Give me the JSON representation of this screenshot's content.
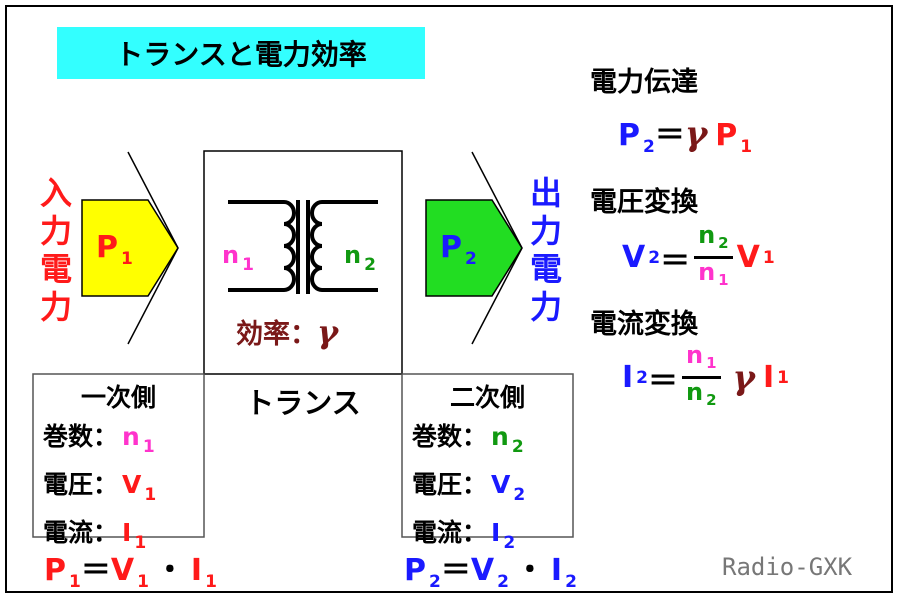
{
  "title": "トランスと電力効率",
  "left_label": [
    "入",
    "力",
    "電",
    "力"
  ],
  "right_label": [
    "出",
    "力",
    "電",
    "力"
  ],
  "p1": {
    "sym": "P",
    "sub": "1"
  },
  "p2": {
    "sym": "P",
    "sub": "2"
  },
  "transformer": {
    "n1": {
      "sym": "n",
      "sub": "1"
    },
    "n2": {
      "sym": "n",
      "sub": "2"
    },
    "efficiency_label": "効率：",
    "gamma": "γ",
    "name": "トランス"
  },
  "primary": {
    "title": "一次側",
    "rows": [
      {
        "label": "巻数：",
        "sym": "n",
        "sub": "1"
      },
      {
        "label": "電圧：",
        "sym": "V",
        "sub": "1"
      },
      {
        "label": "電流：",
        "sym": "I",
        "sub": "1"
      }
    ]
  },
  "secondary": {
    "title": "二次側",
    "rows": [
      {
        "label": "巻数：",
        "sym": "n",
        "sub": "2"
      },
      {
        "label": "電圧：",
        "sym": "V",
        "sub": "2"
      },
      {
        "label": "電流：",
        "sym": "I",
        "sub": "2"
      }
    ]
  },
  "power_transfer": {
    "heading": "電力伝達",
    "lhs": "P",
    "lhs_sub": "2",
    "eq": "＝",
    "gamma": "γ",
    "rhs": "P",
    "rhs_sub": "1"
  },
  "voltage_conv": {
    "heading": "電圧変換",
    "lhs": "V",
    "lhs_sub": "2",
    "eq": "＝",
    "num": "n",
    "num_sub": "2",
    "den": "n",
    "den_sub": "1",
    "rhs": "V",
    "rhs_sub": "1"
  },
  "current_conv": {
    "heading": "電流変換",
    "lhs": "I",
    "lhs_sub": "2",
    "eq": "＝",
    "num": "n",
    "num_sub": "1",
    "den": "n",
    "den_sub": "2",
    "gamma": "γ",
    "rhs": "I",
    "rhs_sub": "1"
  },
  "formula_p1": {
    "a": "P",
    "a_sub": "1",
    "eq": "＝",
    "b": "V",
    "b_sub": "1",
    "dot": "・",
    "c": "I",
    "c_sub": "1"
  },
  "formula_p2": {
    "a": "P",
    "a_sub": "2",
    "eq": "＝",
    "b": "V",
    "b_sub": "2",
    "dot": "・",
    "c": "I",
    "c_sub": "2"
  },
  "watermark": "Radio-GXK",
  "colors": {
    "title_bg": "#33ffff",
    "input_fill": "#ffff00",
    "output_fill": "#22dd22",
    "red": "#ff1a1a",
    "blue": "#1a1aff",
    "dark_red": "#7a1818",
    "magenta": "#ff33cc",
    "green": "#119911"
  }
}
